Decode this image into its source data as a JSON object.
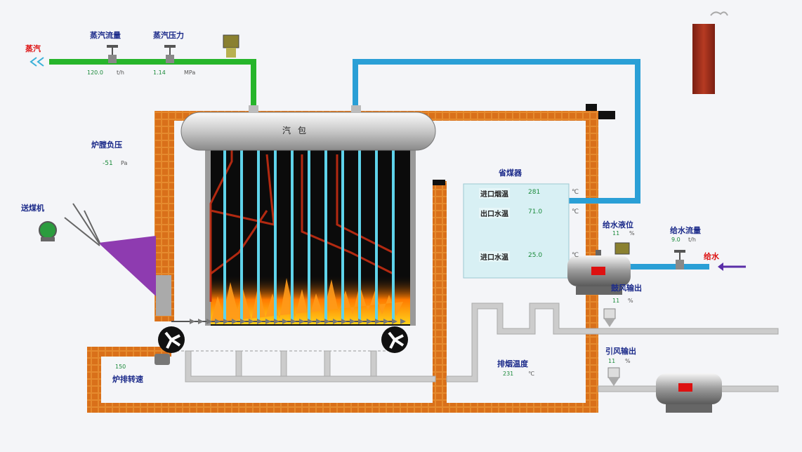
{
  "labels": {
    "steam": "蒸汽",
    "steam_flow": "蒸汽流量",
    "steam_pressure": "蒸汽压力",
    "drum": "汽包",
    "furnace_pressure": "炉膛负压",
    "blower": "送煤机",
    "economizer": "省煤器",
    "drum_level": "给水液位",
    "feed_flow": "给水流量",
    "feed_water": "给水",
    "fd_fan": "鼓风输出",
    "id_fan": "引风输出",
    "exhaust_temp": "排烟温度",
    "grate_speed": "炉排转速"
  },
  "readings": {
    "steam_flow_value": "120.0",
    "steam_flow_unit": "t/h",
    "steam_pressure_value": "1.14",
    "steam_pressure_unit": "MPa",
    "furnace_pressure_value": "-51",
    "furnace_pressure_unit": "Pa",
    "drum_level_value": "11",
    "drum_level_unit": "%",
    "feed_flow_value": "9.0",
    "feed_flow_unit": "t/h",
    "fd_fan_value": "11",
    "fd_fan_unit": "%",
    "id_fan_value": "11",
    "id_fan_unit": "%",
    "exhaust_temp_value": "231",
    "exhaust_temp_unit": "℃",
    "grate_speed_value": "150"
  },
  "economizer_rows": [
    {
      "label": "进口烟温",
      "value": "281",
      "unit": "℃"
    },
    {
      "label": "出口水温",
      "value": "71.0",
      "unit": "℃"
    },
    {
      "label": "进口水温",
      "value": "25.0",
      "unit": "℃"
    }
  ],
  "colors": {
    "brick": "#e07b1e",
    "steam_pipe": "#27b52b",
    "water_pipe": "#2a9fd6",
    "furnace": "#0b0b0b",
    "chimney": "#9a2a1a",
    "hopper": "#8e3bb0"
  }
}
